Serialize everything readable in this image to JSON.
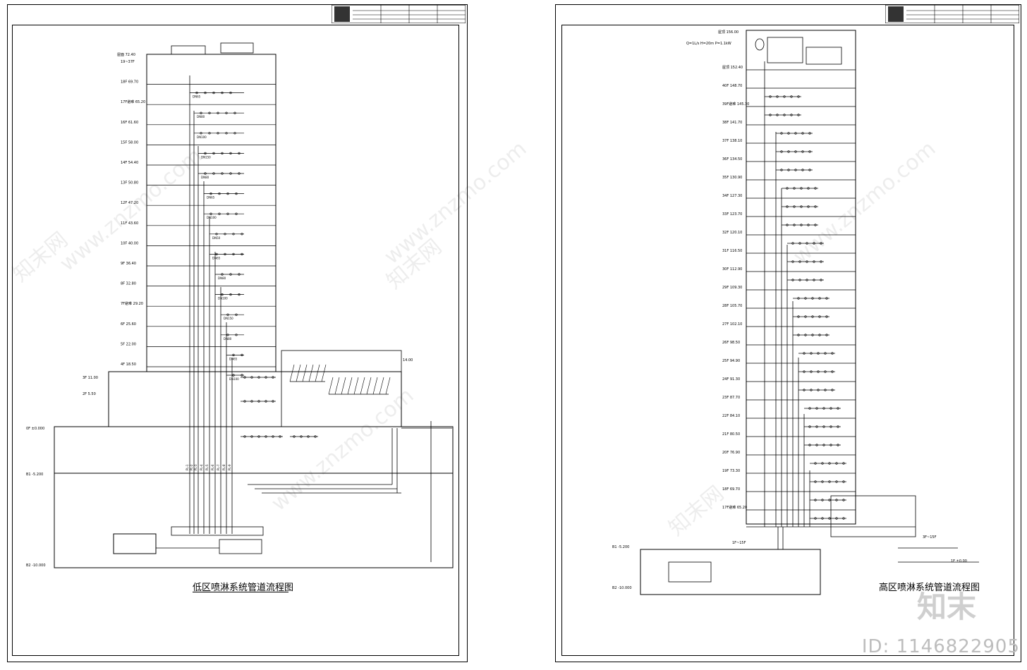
{
  "left_sheet": {
    "title": "低区喷淋系统管道流程图",
    "roof_label": "屋面 72.40",
    "floors": [
      "19~37F",
      "18F 69.70",
      "17F避难 65.20",
      "16F 61.60",
      "15F 58.00",
      "14F 54.40",
      "13F 50.80",
      "12F 47.20",
      "11F 43.60",
      "10F 40.00",
      "9F 36.40",
      "8F 32.80",
      "7F避难 29.20",
      "6F 25.60",
      "5F 22.00",
      "4F 18.50",
      "3F 11.00",
      "2F 5.50",
      "0F ±0.000",
      "B1 -5.200",
      "B2 -10.000"
    ],
    "note_14": "14.00",
    "riser_tags": [
      "PL-1",
      "PL-2",
      "PL-3",
      "PL-4",
      "PL-5",
      "PL-6",
      "PL-7",
      "PL-8",
      "PL-9"
    ],
    "pipe_tags": [
      "DN50",
      "DN65",
      "DN80",
      "DN100",
      "DN150",
      "DN80",
      "DN65",
      "DN100"
    ]
  },
  "right_sheet": {
    "title": "高区喷淋系统管道流程图",
    "roof_label": "屋顶 156.00",
    "pump_note": "Q=1L/s  H=20m  P=1.1kW",
    "floors": [
      "屋顶 152.40",
      "40F 148.70",
      "39F避难 145.30",
      "38F 141.70",
      "37F 138.10",
      "36F 134.50",
      "35F 130.90",
      "34F 127.30",
      "33F 123.70",
      "32F 120.10",
      "31F 116.50",
      "30F 112.90",
      "29F 109.30",
      "28F 105.70",
      "27F 102.10",
      "26F 98.50",
      "25F 94.90",
      "24F 91.30",
      "23F 87.70",
      "22F 84.10",
      "21F 80.50",
      "20F 76.90",
      "19F 73.30",
      "18F 69.70",
      "17F避难 65.20",
      "B1 -5.200",
      "B2 -10.000"
    ],
    "lower_note": "1F~15F",
    "lower_note2": "3F~15F",
    "ground": "1F ±0.00"
  },
  "watermarks": {
    "site": "www.znzmo.com",
    "brand": "知末网",
    "logo": "知末",
    "id": "ID: 1146822905"
  }
}
